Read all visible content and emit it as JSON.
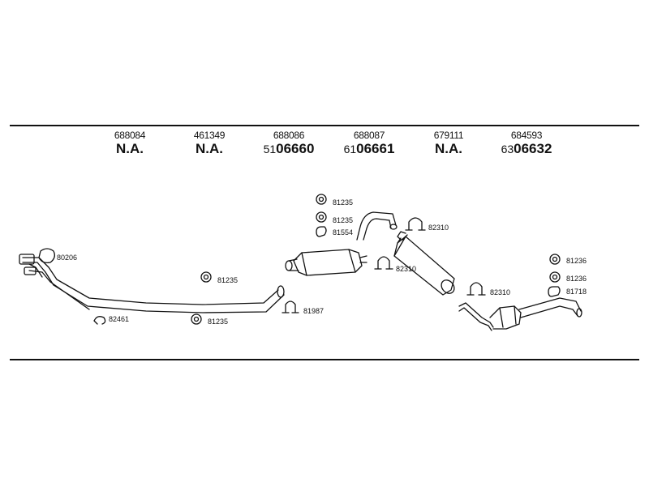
{
  "columns": [
    {
      "number": "688084",
      "prefix": "",
      "code": "N.A."
    },
    {
      "number": "461349",
      "prefix": "",
      "code": "N.A."
    },
    {
      "number": "688086",
      "prefix": "51",
      "code": "06660"
    },
    {
      "number": "688087",
      "prefix": "61",
      "code": "06661"
    },
    {
      "number": "679111",
      "prefix": "",
      "code": "N.A."
    },
    {
      "number": "684593",
      "prefix": "63",
      "code": "06632"
    }
  ],
  "parts": {
    "p80206": "80206",
    "p82461": "82461",
    "p81235_a": "81235",
    "p81235_b": "81235",
    "p81987": "81987",
    "p81235_c": "81235",
    "p81235_d": "81235",
    "p81554": "81554",
    "p82310_a": "82310",
    "p82310_b": "82310",
    "p82310_c": "82310",
    "p81236_a": "81236",
    "p81236_b": "81236",
    "p81718": "81718"
  }
}
